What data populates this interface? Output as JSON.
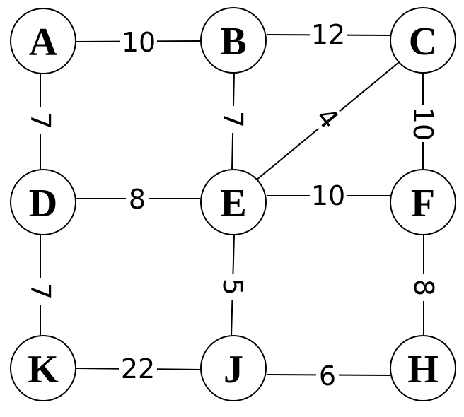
{
  "nodes": {
    "A": "A",
    "B": "B",
    "C": "C",
    "D": "D",
    "E": "E",
    "F": "F",
    "K": "K",
    "J": "J",
    "H": "H"
  },
  "edges": {
    "A-B": "10",
    "B-C": "12",
    "A-D": "7",
    "B-E": "7",
    "C-E": "4",
    "C-F": "10",
    "D-E": "8",
    "E-F": "10",
    "D-K": "7",
    "E-J": "5",
    "F-H": "8",
    "K-J": "22",
    "J-H": "6"
  }
}
